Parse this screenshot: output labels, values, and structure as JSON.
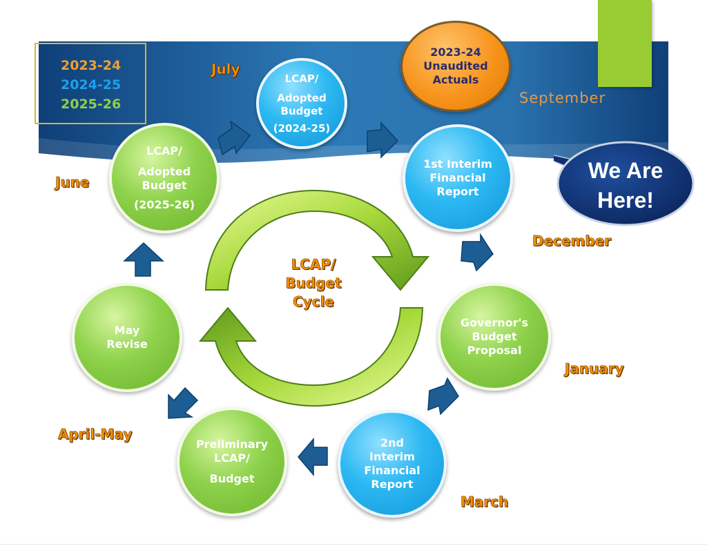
{
  "fiscal_years": [
    "2023-24",
    "2024-25",
    "2025-26"
  ],
  "cycle_title": [
    "LCAP/",
    "Budget",
    "Cycle"
  ],
  "callout": {
    "lines": [
      "We Are",
      "Here!"
    ]
  },
  "nodes": [
    {
      "id": "lcap-2024",
      "lines": [
        "LCAP/",
        "Adopted",
        "Budget",
        "(2024-25)"
      ]
    },
    {
      "id": "unaudited",
      "lines": [
        "2023-24",
        "Unaudited",
        "Actuals"
      ]
    },
    {
      "id": "first-interim",
      "lines": [
        "1st Interim",
        "Financial",
        "Report"
      ]
    },
    {
      "id": "governors",
      "lines": [
        "Governor's",
        "Budget",
        "Proposal"
      ]
    },
    {
      "id": "second-interim",
      "lines": [
        "2nd",
        "Interim",
        "Financial",
        "Report"
      ]
    },
    {
      "id": "preliminary",
      "lines": [
        "Preliminary",
        "LCAP/",
        "Budget"
      ]
    },
    {
      "id": "may-revise",
      "lines": [
        "May",
        "Revise"
      ]
    },
    {
      "id": "lcap-2025",
      "lines": [
        "LCAP/",
        "Adopted",
        "Budget",
        "(2025-26)"
      ]
    }
  ],
  "months": {
    "july": "July",
    "september": "September",
    "december": "December",
    "january": "January",
    "march": "March",
    "april_may": "April-May",
    "june": "June"
  },
  "colors": {
    "banner_dark": "#0f3f78",
    "banner_light": "#2d7ab8",
    "node_blue": "#1ea9ec",
    "node_green": "#8ed04a",
    "node_orange": "#f7941d",
    "arrow_blue": "#1c5d94",
    "month_orange": "#f39200",
    "callout_navy": "#0f2f6e",
    "tab_green": "#99cc33"
  }
}
